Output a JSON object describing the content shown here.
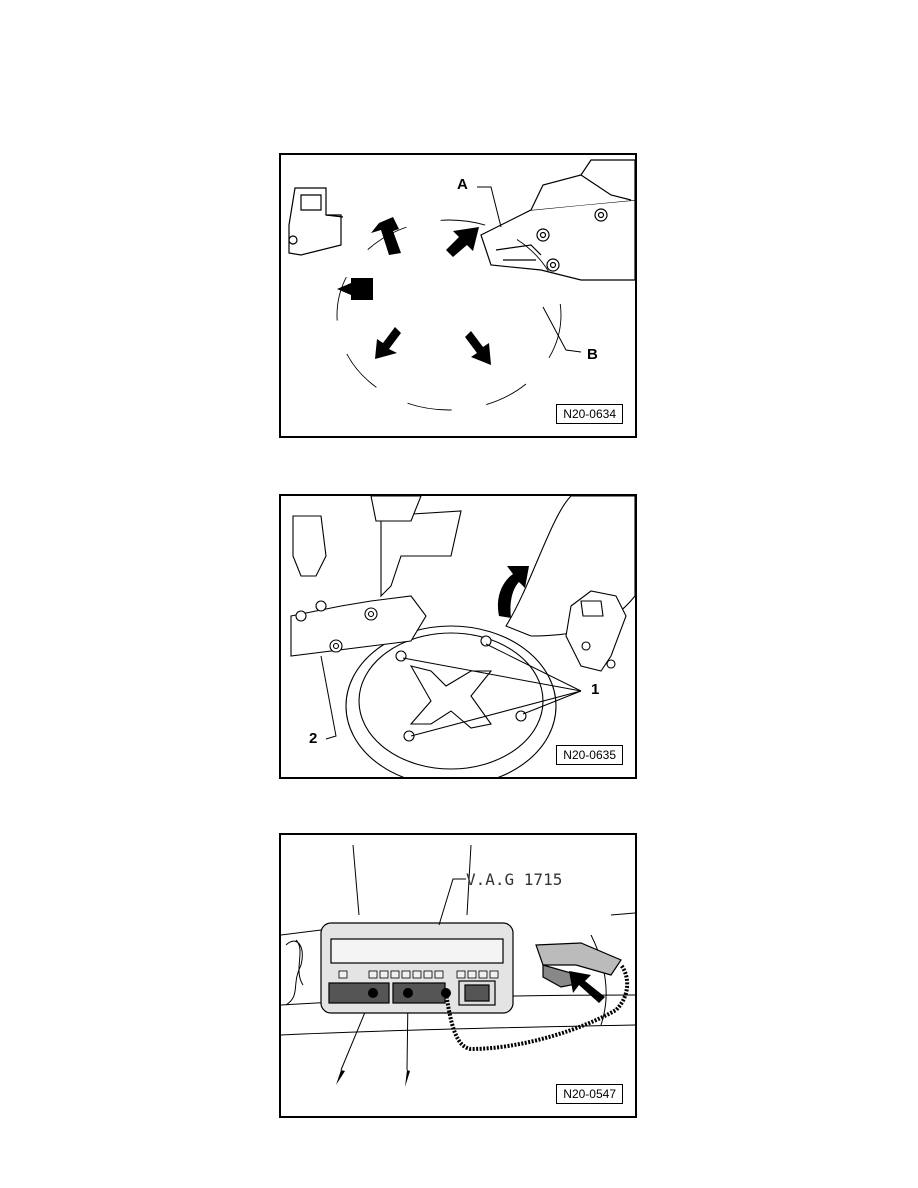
{
  "figures": [
    {
      "code": "N20-0634",
      "labels": {
        "a": "A",
        "b": "B"
      }
    },
    {
      "code": "N20-0635",
      "labels": {
        "one": "1",
        "two": "2"
      }
    },
    {
      "code": "N20-0547",
      "labels": {
        "tool": "V.A.G 1715"
      }
    }
  ]
}
